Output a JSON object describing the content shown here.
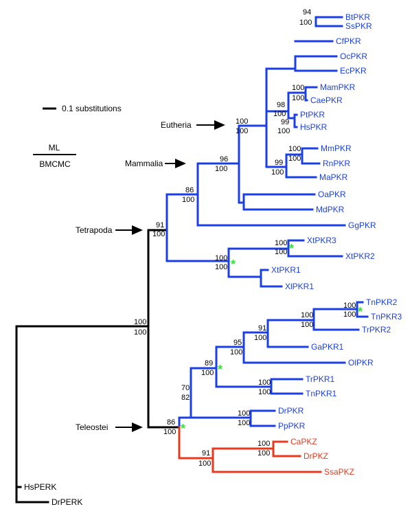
{
  "colors": {
    "eutherian": "#1a3fe6",
    "teleost": "#1a3fe6",
    "pkz": "#e8381e",
    "outgroup": "#000000",
    "star": "#33e633"
  },
  "scale_bar": {
    "label": "0.1 substitutions"
  },
  "legend": {
    "top": "ML",
    "bottom": "BMCMC"
  },
  "clades": {
    "eutheria": "Eutheria",
    "mammalia": "Mammalia",
    "tetrapoda": "Tetrapoda",
    "teleostei": "Teleostei"
  },
  "star_symbol": "*",
  "leaves": {
    "bt": "BtPKR",
    "ss": "SsPKR",
    "cf": "CfPKR",
    "oc": "OcPKR",
    "ec": "EcPKR",
    "mam": "MamPKR",
    "cae": "CaePKR",
    "pt": "PtPKR",
    "hs": "HsPKR",
    "mm": "MmPKR",
    "rn": "RnPKR",
    "ma": "MaPKR",
    "oa": "OaPKR",
    "md": "MdPKR",
    "gg": "GgPKR",
    "xt3": "XtPKR3",
    "xt2": "XtPKR2",
    "xt1": "XtPKR1",
    "xl1": "XlPKR1",
    "tn2": "TnPKR2",
    "tn3": "TnPKR3",
    "tr2": "TrPKR2",
    "ga1": "GaPKR1",
    "ol": "OlPKR",
    "tr1": "TrPKR1",
    "tn1": "TnPKR1",
    "dr": "DrPKR",
    "pp": "PpPKR",
    "capkz": "CaPKZ",
    "drpkz": "DrPKZ",
    "ssapkz": "SsaPKZ",
    "hsperk": "HsPERK",
    "drperk": "DrPERK"
  },
  "support": {
    "btss_ml": "94",
    "btss_b": "100",
    "mamcae_ml": "100",
    "mamcae_b": "100",
    "pths_ml": "99",
    "pths_b": "100",
    "prim_ml": "98",
    "prim_b": "100",
    "mmrn_ml": "100",
    "mmrn_b": "100",
    "rod_ml": "99",
    "rod_b": "100",
    "euth_ml": "100",
    "euth_b": "100",
    "mam_ml": "96",
    "mam_b": "100",
    "amn_ml": "86",
    "amn_b": "100",
    "tet_ml": "91",
    "tet_b": "100",
    "xt32_ml": "100",
    "xt32_b": "100",
    "xen_ml": "100",
    "xen_b": "100",
    "tn23_ml": "100",
    "tn23_b": "100",
    "tntr_ml": "100",
    "tntr_b": "100",
    "tetr_ml": "91",
    "tetr_b": "100",
    "ga_ml": "95",
    "ga_b": "100",
    "pkr1_ml": "89",
    "pkr1_b": "100",
    "tr1tn1_ml": "100",
    "tr1tn1_b": "100",
    "drpp_ml": "100",
    "drpp_b": "100",
    "teleopkr_ml": "70",
    "teleopkr_b": "82",
    "teleo_ml": "86",
    "teleo_b": "100",
    "pkz_ml": "91",
    "pkz_b": "100",
    "cadr_ml": "100",
    "cadr_b": "100",
    "root_ml": "100",
    "root_b": "100"
  }
}
